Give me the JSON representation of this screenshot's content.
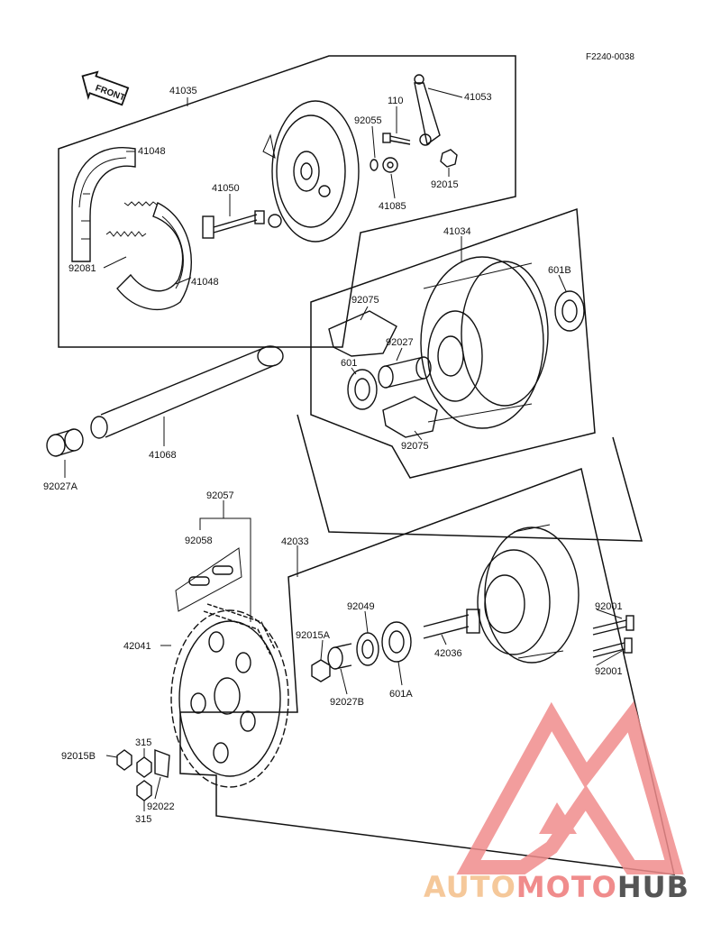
{
  "diagram_code": "F2240-0038",
  "front_label": "FRONT",
  "watermark": {
    "text_part1": "AUTO",
    "text_part2": "MOTO",
    "text_part3": "HUB",
    "color_part1": "#f5c89a",
    "color_part2": "#f08c8c",
    "color_part3": "#555555",
    "logo_color": "#f08c8c"
  },
  "part_numbers": {
    "p41035": "41035",
    "p41048_top": "41048",
    "p41048_bottom": "41048",
    "p41050": "41050",
    "p92081": "92081",
    "p92055": "92055",
    "p110": "110",
    "p41053": "41053",
    "p41085": "41085",
    "p92015": "92015",
    "p41034": "41034",
    "p92075_top": "92075",
    "p92075_bottom": "92075",
    "p92027": "92027",
    "p601": "601",
    "p601B": "601B",
    "p41068": "41068",
    "p92027A": "92027A",
    "p92057": "92057",
    "p92058": "92058",
    "p42033": "42033",
    "p42041": "42041",
    "p92049": "92049",
    "p92015A": "92015A",
    "p92027B": "92027B",
    "p601A": "601A",
    "p42036": "42036",
    "p92001_a": "92001",
    "p92001_b": "92001",
    "p92015B": "92015B",
    "p315_a": "315",
    "p315_b": "315",
    "p92022": "92022"
  }
}
